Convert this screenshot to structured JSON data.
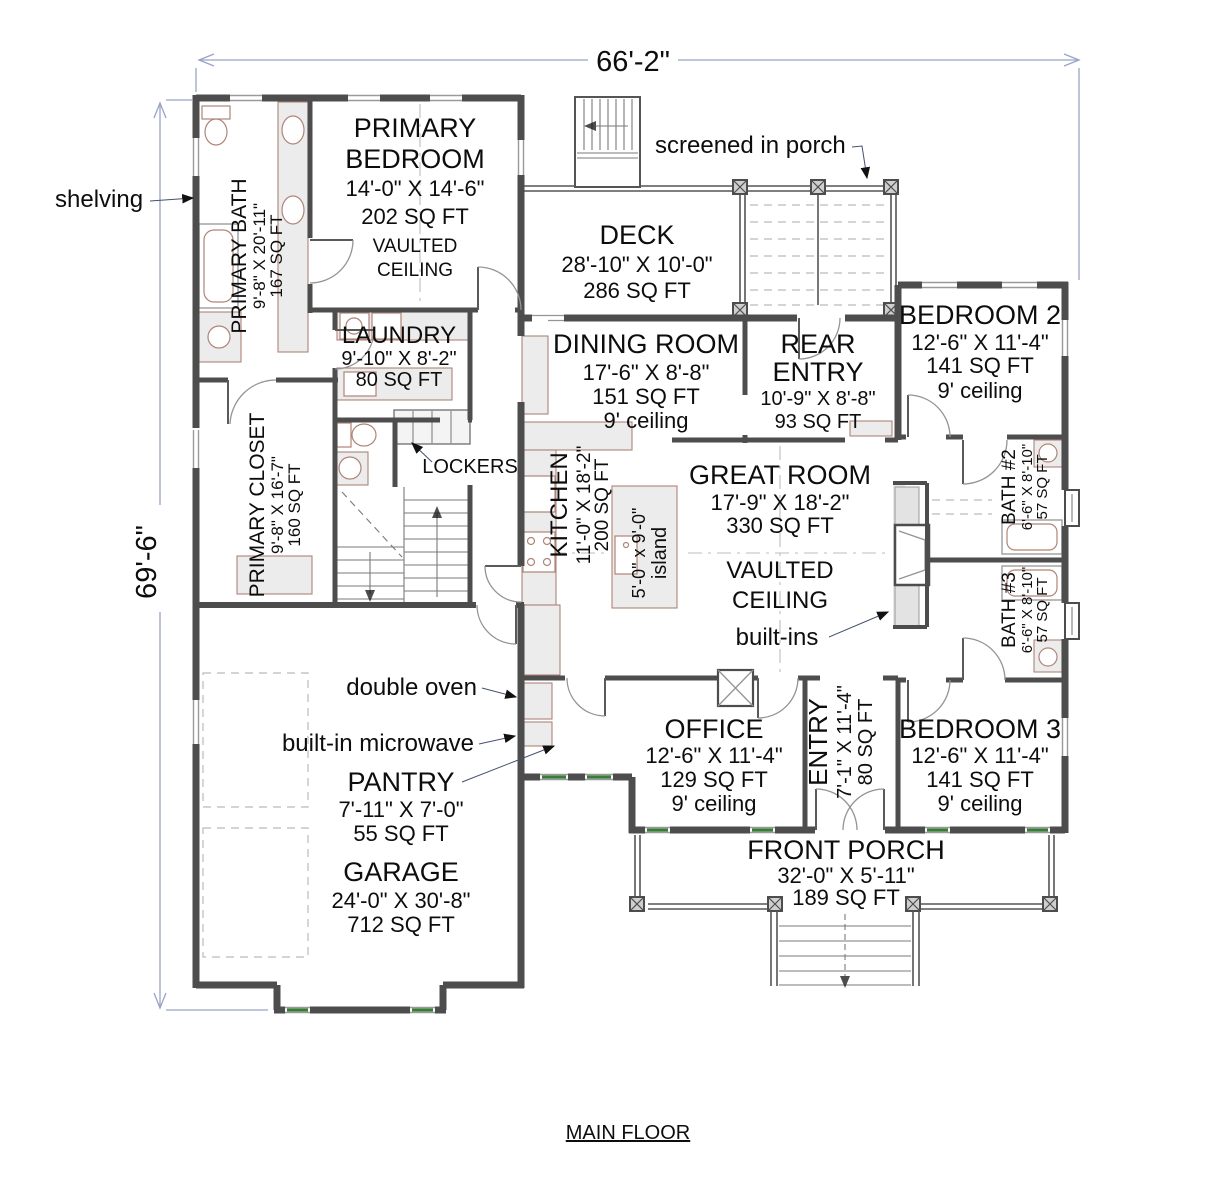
{
  "plan": {
    "title": "MAIN FLOOR",
    "width_label": "66'-2\"",
    "height_label": "69'-6\""
  },
  "rooms": {
    "primary_bedroom": {
      "name1": "PRIMARY",
      "name2": "BEDROOM",
      "dims": "14'-0\" X 14'-6\"",
      "area": "202 SQ FT",
      "note1": "VAULTED",
      "note2": "CEILING"
    },
    "primary_bath": {
      "name": "PRIMARY BATH",
      "dims": "9'-8\" X 20'-11\"",
      "area": "167 SQ FT"
    },
    "primary_closet": {
      "name": "PRIMARY CLOSET",
      "dims": "9'-8\" X 16'-7\"",
      "area": "160 SQ FT"
    },
    "laundry": {
      "name": "LAUNDRY",
      "dims": "9'-10\" X 8'-2\"",
      "area": "80 SQ FT"
    },
    "deck": {
      "name": "DECK",
      "dims": "28'-10\" X 10'-0\"",
      "area": "286 SQ FT"
    },
    "dining_room": {
      "name": "DINING ROOM",
      "dims": "17'-6\" X 8'-8\"",
      "area": "151 SQ FT",
      "ceiling": "9' ceiling"
    },
    "rear_entry": {
      "name1": "REAR",
      "name2": "ENTRY",
      "dims": "10'-9\" X 8'-8\"",
      "area": "93 SQ FT"
    },
    "bedroom2": {
      "name": "BEDROOM 2",
      "dims": "12'-6\" X 11'-4\"",
      "area": "141 SQ FT",
      "ceiling": "9' ceiling"
    },
    "kitchen": {
      "name": "KITCHEN",
      "dims": "11'-0\" X 18'-2\"",
      "area": "200 SQ FT"
    },
    "island": {
      "dims": "5'-0\" x 9'-0\"",
      "label": "island"
    },
    "great_room": {
      "name": "GREAT ROOM",
      "dims": "17'-9\" X 18'-2\"",
      "area": "330 SQ FT",
      "note1": "VAULTED",
      "note2": "CEILING",
      "note3": "built-ins"
    },
    "bath2": {
      "name": "BATH #2",
      "dims": "6'-6\" X 8'-10\"",
      "area": "57 SQ FT"
    },
    "bath3": {
      "name": "BATH #3",
      "dims": "6'-6\" X 8'-10\"",
      "area": "57 SQ FT"
    },
    "pantry": {
      "name": "PANTRY",
      "dims": "7'-11\" X 7'-0\"",
      "area": "55 SQ FT"
    },
    "office": {
      "name": "OFFICE",
      "dims": "12'-6\" X 11'-4\"",
      "area": "129 SQ FT",
      "ceiling": "9' ceiling"
    },
    "entry": {
      "name": "ENTRY",
      "dims": "7'-1\" X 11'-4\"",
      "area": "80 SQ FT"
    },
    "bedroom3": {
      "name": "BEDROOM 3",
      "dims": "12'-6\" X 11'-4\"",
      "area": "141 SQ FT",
      "ceiling": "9' ceiling"
    },
    "garage": {
      "name": "GARAGE",
      "dims": "24'-0\" X 30'-8\"",
      "area": "712 SQ FT"
    },
    "front_porch": {
      "name": "FRONT PORCH",
      "dims": "32'-0\" X 5'-11\"",
      "area": "189 SQ FT"
    }
  },
  "annotations": {
    "shelving": "shelving",
    "screened_porch": "screened in porch",
    "lockers": "LOCKERS",
    "double_oven": "double oven",
    "built_in_microwave": "built-in microwave"
  },
  "colors": {
    "wall": "#4d4d4d",
    "window_accent": "#3a7d3a",
    "dimension_line": "#98a3c7",
    "cabinet_fill": "#ececec",
    "fixture_outline": "#b08478"
  }
}
